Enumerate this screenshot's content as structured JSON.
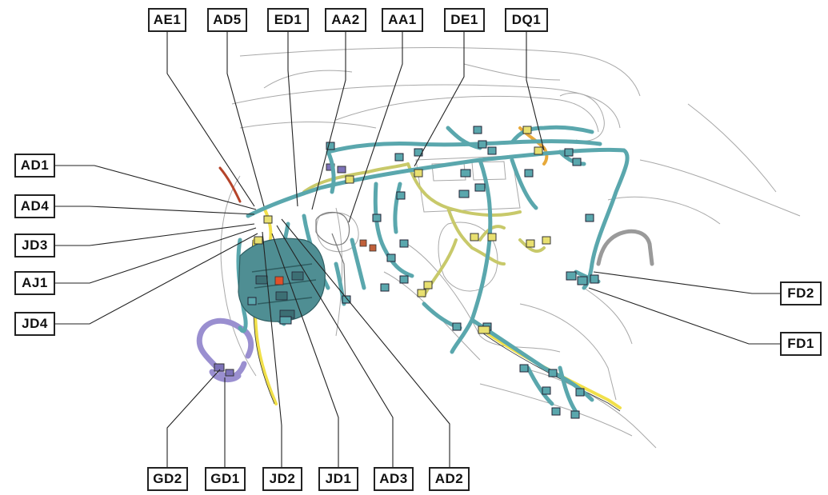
{
  "labels": {
    "AE1": "AE1",
    "AD5": "AD5",
    "ED1": "ED1",
    "AA2": "AA2",
    "AA1": "AA1",
    "DE1": "DE1",
    "DQ1": "DQ1",
    "AD1": "AD1",
    "AD4": "AD4",
    "JD3": "JD3",
    "AJ1": "AJ1",
    "JD4": "JD4",
    "FD2": "FD2",
    "FD1": "FD1",
    "GD2": "GD2",
    "GD1": "GD1",
    "JD2": "JD2",
    "JD1": "JD1",
    "AD3": "AD3",
    "AD2": "AD2"
  },
  "colors": {
    "main_harness": "#5aa7ad",
    "secondary_harness": "#c8c96a",
    "yellow_harness": "#f1e04a",
    "purple_harness": "#9a8fd0",
    "orange_harness": "#e7a93a",
    "red_component": "#e0502a",
    "outline": "#9a9a9a",
    "leader_line": "#222222"
  }
}
